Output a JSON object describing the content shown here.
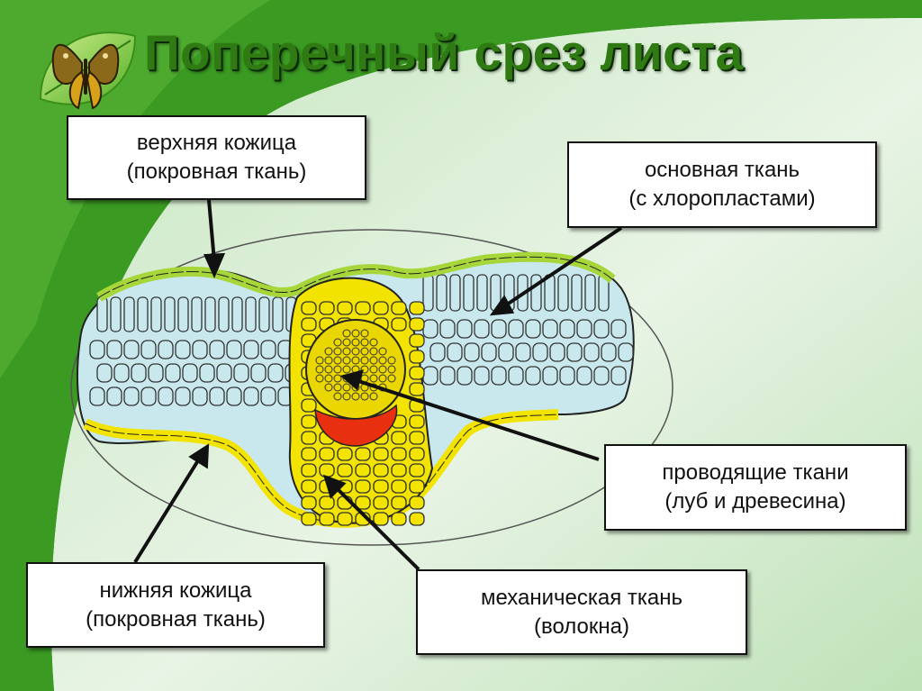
{
  "slide": {
    "title": "Поперечный срез листа"
  },
  "labels": {
    "upper_epidermis": {
      "line1": "верхняя кожица",
      "line2": "(покровная ткань)"
    },
    "ground_tissue": {
      "line1": "основная ткань",
      "line2": "(с хлоропластами)"
    },
    "vascular_tissue": {
      "line1": "проводящие ткани",
      "line2": "(луб и древесина)"
    },
    "lower_epidermis": {
      "line1": "нижняя кожица",
      "line2": "(покровная ткань)"
    },
    "mechanical_tissue": {
      "line1": "механическая ткань",
      "line2": "(волокна)"
    }
  },
  "colors": {
    "background_green": "#2e8f1a",
    "background_light": "#d8ecd2",
    "title_green": "#2f7a12",
    "epidermis_green": "#a7d63a",
    "ground_cell_fill": "#c9e8ee",
    "mechanical_yellow": "#f2e400",
    "phloem_red": "#e82f10",
    "cell_outline": "#222222"
  },
  "icons": [
    "butterfly-icon",
    "leaf-icon"
  ]
}
